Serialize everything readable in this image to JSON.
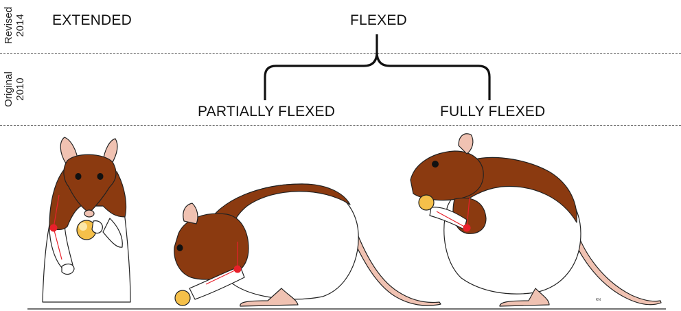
{
  "rows": {
    "revised": {
      "label_line1": "Revised",
      "label_line2": "2014"
    },
    "original": {
      "label_line1": "Original",
      "label_line2": "2010"
    }
  },
  "labels": {
    "extended": "EXTENDED",
    "flexed": "FLEXED",
    "partially_flexed": "PARTIALLY FLEXED",
    "fully_flexed": "FULLY FLEXED"
  },
  "artist_initials": "KN",
  "colors": {
    "fur_brown": "#8B3A10",
    "fur_white": "#FFFFFF",
    "skin_pink": "#F0C2B2",
    "joint_red": "#E8202A",
    "pellet_yellow": "#F5C04A",
    "outline": "#222222"
  }
}
